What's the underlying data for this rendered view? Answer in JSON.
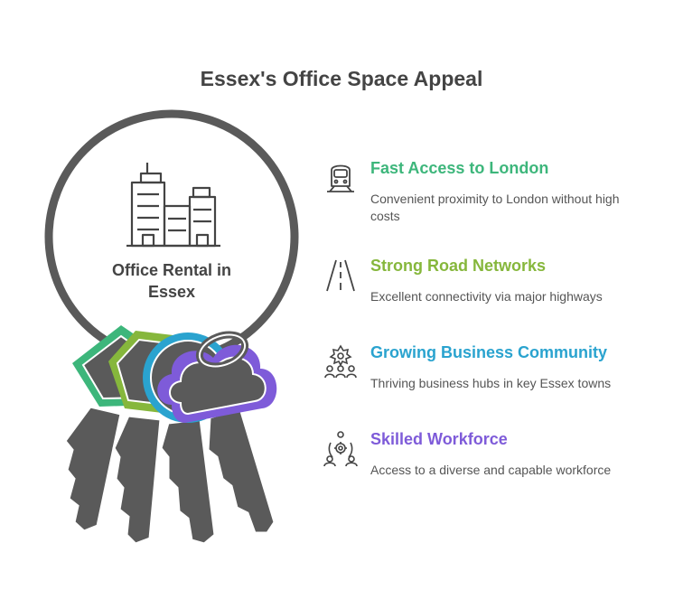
{
  "title": "Essex's Office Space Appeal",
  "center": {
    "label": "Office Rental in Essex"
  },
  "items": [
    {
      "title": "Fast Access to London",
      "desc": "Convenient proximity to London without high costs",
      "color": "#3db67b",
      "icon": "train-icon"
    },
    {
      "title": "Strong Road Networks",
      "desc": "Excellent connectivity via major highways",
      "color": "#86b73c",
      "icon": "road-icon"
    },
    {
      "title": "Growing Business Community",
      "desc": "Thriving business hubs in key Essex towns",
      "color": "#2aa3cf",
      "icon": "community-icon"
    },
    {
      "title": "Skilled Workforce",
      "desc": "Access to a diverse and capable workforce",
      "color": "#7e5bd9",
      "icon": "workforce-icon"
    }
  ],
  "colors": {
    "ring": "#5a5a5a",
    "key": "#5a5a5a",
    "text": "#444444"
  }
}
